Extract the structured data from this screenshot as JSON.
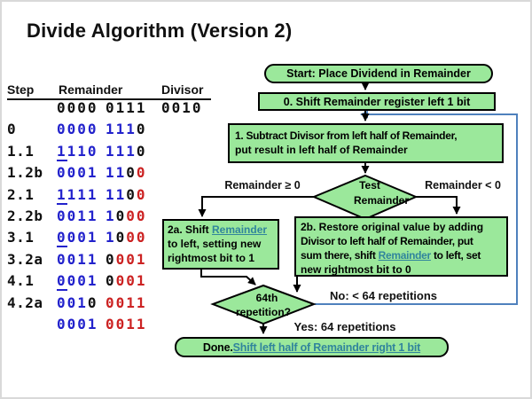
{
  "title": "Divide Algorithm (Version 2)",
  "table": {
    "headers": {
      "step": "Step",
      "remainder": "Remainder",
      "divisor": "Divisor"
    },
    "rows": [
      {
        "step": "",
        "left": "0000",
        "left_colors": "kkkk",
        "right": "0111",
        "right_colors": "kkkk",
        "divisor": "0010",
        "underline": false
      },
      {
        "step": "0",
        "left": "0000",
        "left_colors": "bbbb",
        "right": "1110",
        "right_colors": "bbbk",
        "divisor": "",
        "underline": false
      },
      {
        "step": "1.1",
        "left": "1110",
        "left_colors": "bbbb",
        "right": "1110",
        "right_colors": "bbbk",
        "divisor": "",
        "underline": true
      },
      {
        "step": "1.2b",
        "left": "0001",
        "left_colors": "bbbb",
        "right": "1100",
        "right_colors": "bbkr",
        "divisor": "",
        "underline": false
      },
      {
        "step": "2.1",
        "left": "1111",
        "left_colors": "bbbb",
        "right": "1100",
        "right_colors": "bbkr",
        "divisor": "",
        "underline": true
      },
      {
        "step": "2.2b",
        "left": "0011",
        "left_colors": "bbbb",
        "right": "1000",
        "right_colors": "bkrr",
        "divisor": "",
        "underline": false
      },
      {
        "step": "3.1",
        "left": "0001",
        "left_colors": "bbbb",
        "right": "1000",
        "right_colors": "bkrr",
        "divisor": "",
        "underline": true
      },
      {
        "step": "3.2a",
        "left": "0011",
        "left_colors": "bbbb",
        "right": "0001",
        "right_colors": "krrr",
        "divisor": "",
        "underline": false
      },
      {
        "step": "4.1",
        "left": "0001",
        "left_colors": "bbbb",
        "right": "0001",
        "right_colors": "krrr",
        "divisor": "",
        "underline": true
      },
      {
        "step": "4.2a",
        "left": "0010",
        "left_colors": "bbbk",
        "right": "0011",
        "right_colors": "rrrr",
        "divisor": "",
        "underline": false
      },
      {
        "step": "",
        "left": "0001",
        "left_colors": "bbbb",
        "right": "0011",
        "right_colors": "rrrr",
        "divisor": "",
        "underline": false
      }
    ]
  },
  "flowchart": {
    "start": "Start:  Place Dividend in Remainder",
    "step0": "0. Shift Remainder register left 1 bit",
    "step1": {
      "line1": "1. Subtract  Divisor from left half of Remainder,",
      "line2": "put result in left half of Remainder"
    },
    "test": {
      "line1": "Test",
      "line2": "Remainder"
    },
    "branch_left": "Remainder ≥ 0",
    "branch_right": "Remainder < 0",
    "step2a": {
      "line1_prefix": "2a. Shift ",
      "line1_link": "Remainder",
      "line2": "to left, setting new",
      "line3": "rightmost bit to 1"
    },
    "step2b": {
      "line1": "2b. Restore original value by adding",
      "line2": "Divisor to left half of Remainder, put",
      "line3_prefix": "sum there, shift ",
      "line3_link": "Remainder",
      "line3_suffix": " to left, set",
      "line4": "new rightmost bit to 0"
    },
    "repeat": {
      "line1": "64th",
      "line2": "repetition?"
    },
    "no_label": "No: < 64 repetitions",
    "yes_label": "Yes: 64 repetitions",
    "done": {
      "prefix": "Done. ",
      "link": "Shift left half of Remainder right 1 bit"
    }
  },
  "colors": {
    "node_fill": "#9BE89B",
    "node_border": "#000000",
    "loop_line": "#4F81BD",
    "hyperlink": "#31859C",
    "digit_blue": "#2222CC",
    "digit_red": "#CC2222"
  }
}
